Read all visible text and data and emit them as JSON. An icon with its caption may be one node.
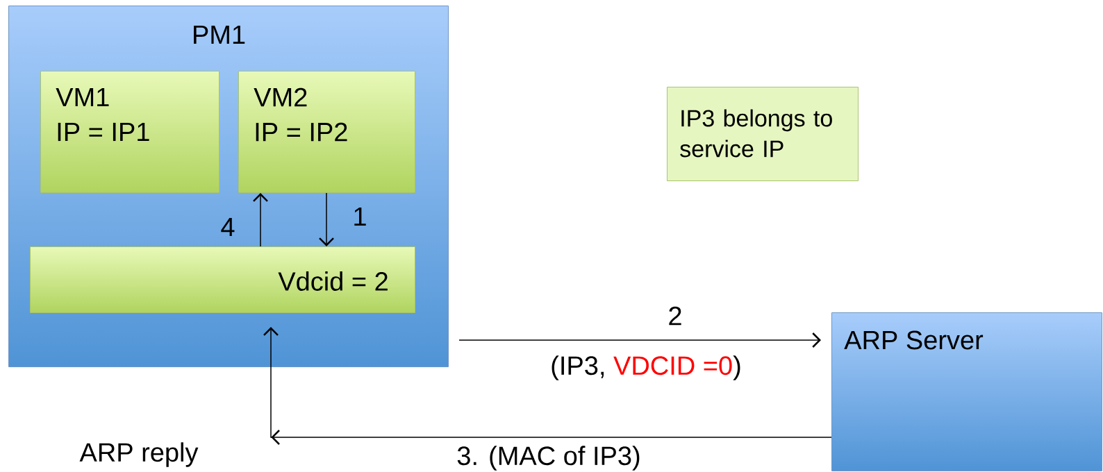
{
  "diagram": {
    "nodes": [
      {
        "text": [
          "PM1"
        ]
      },
      {
        "text": [
          "VM1",
          "IP = IP1"
        ],
        "in": 0
      },
      {
        "text": [
          "VM2",
          "IP = IP2"
        ],
        "in": 0
      },
      {
        "text": [
          "Vdcid = 2"
        ],
        "in": 0
      },
      {
        "text": [
          "IP3 belongs to service IP"
        ]
      },
      {
        "text": [
          "ARP Server"
        ]
      }
    ],
    "edges": [
      {
        "from": 2,
        "to": 3,
        "arrow": "to",
        "label": "1"
      },
      {
        "from": 0,
        "to": 5,
        "arrow": "to",
        "label": "2"
      },
      {
        "from": 5,
        "to": 3,
        "arrow": "to",
        "label": "3. (MAC of IP3)"
      },
      {
        "from": 3,
        "to": 2,
        "arrow": "to",
        "label": "4"
      }
    ],
    "labels": [
      "(IP3,",
      "VDCID =0",
      ")",
      "ARP reply"
    ]
  }
}
